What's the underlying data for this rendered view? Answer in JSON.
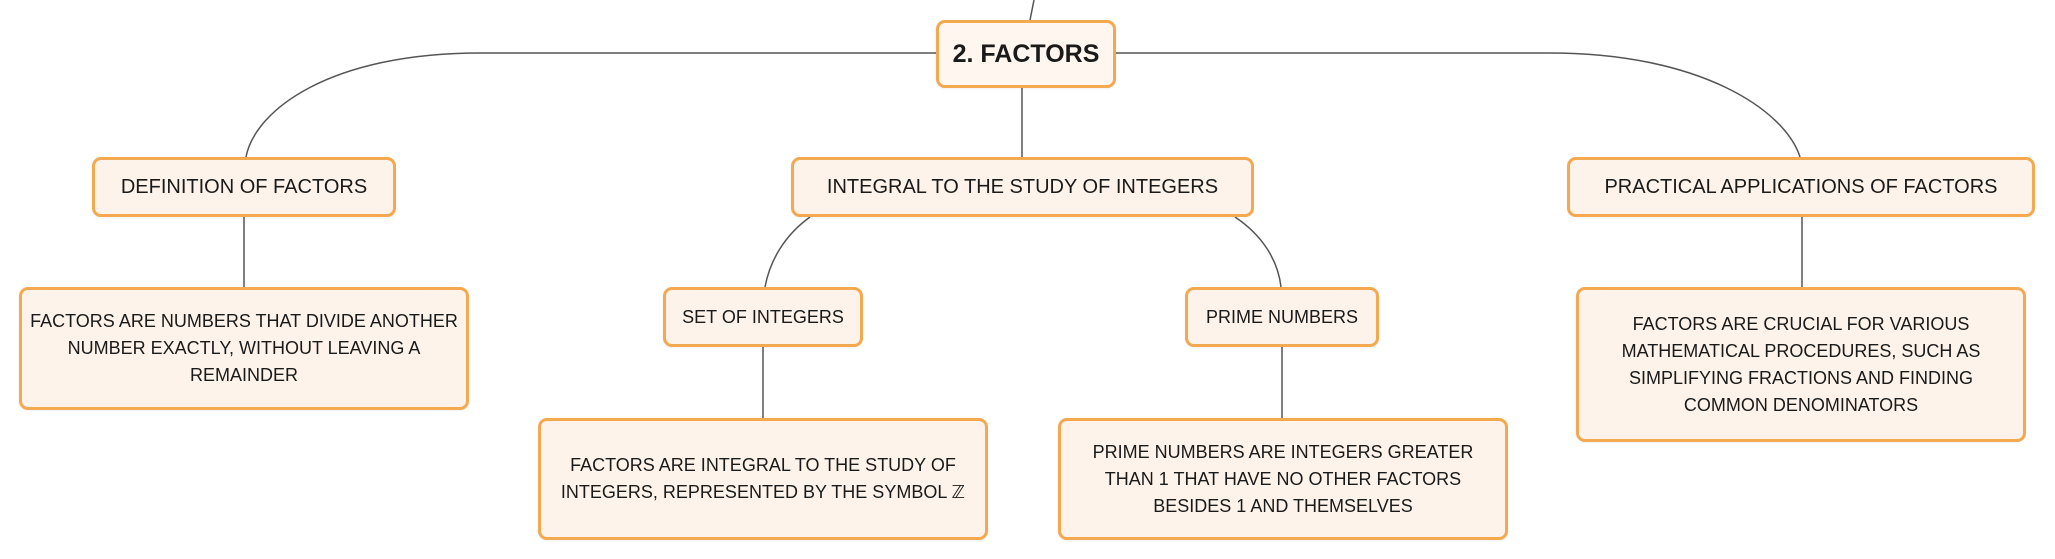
{
  "mindmap": {
    "root": {
      "label": "2. FACTORS"
    },
    "branches": {
      "definition": {
        "label": "DEFINITION OF FACTORS",
        "detail": "FACTORS ARE NUMBERS THAT DIVIDE ANOTHER NUMBER EXACTLY, WITHOUT LEAVING A REMAINDER"
      },
      "integral": {
        "label": "INTEGRAL TO THE STUDY OF INTEGERS",
        "children": {
          "set": {
            "label": "SET OF INTEGERS",
            "detail": "FACTORS ARE INTEGRAL TO THE STUDY OF INTEGERS, REPRESENTED BY THE SYMBOL ℤ"
          },
          "prime": {
            "label": "PRIME NUMBERS",
            "detail": "PRIME NUMBERS ARE INTEGERS GREATER THAN 1 THAT HAVE NO OTHER FACTORS BESIDES 1 AND THEMSELVES"
          }
        }
      },
      "practical": {
        "label": "PRACTICAL APPLICATIONS OF FACTORS",
        "detail": "FACTORS ARE CRUCIAL FOR VARIOUS MATHEMATICAL PROCEDURES, SUCH AS SIMPLIFYING FRACTIONS AND FINDING COMMON DENOMINATORS"
      }
    }
  },
  "colors": {
    "node_border": "#f4a84f",
    "node_fill": "#fdf3ea",
    "connector": "#555555"
  }
}
